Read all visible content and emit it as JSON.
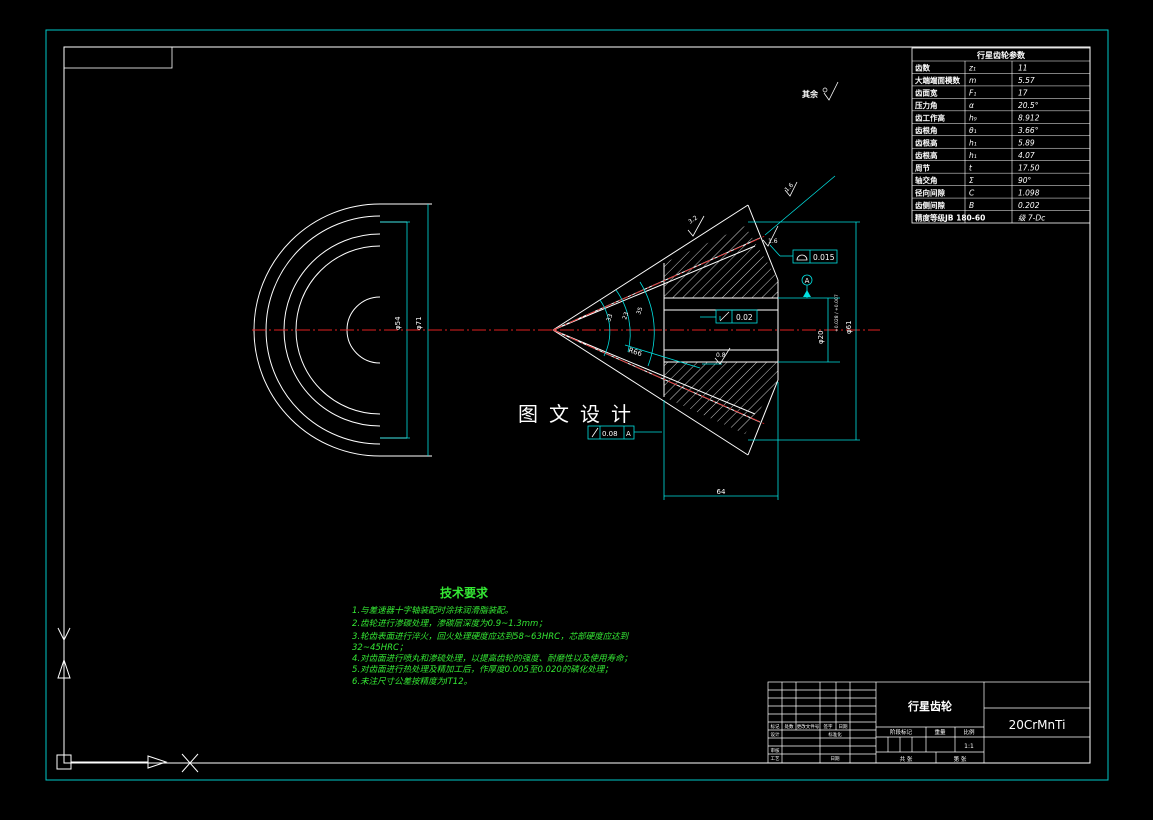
{
  "param_table": {
    "title": "行星齿轮参数",
    "rows": [
      {
        "name": "齿数",
        "sym": "z₁",
        "val": "11"
      },
      {
        "name": "大端端面模数",
        "sym": "m",
        "val": "5.57"
      },
      {
        "name": "齿面宽",
        "sym": "F₁",
        "val": "17"
      },
      {
        "name": "压力角",
        "sym": "α",
        "val": "20.5°"
      },
      {
        "name": "齿工作高",
        "sym": "h₉",
        "val": "8.912"
      },
      {
        "name": "齿根角",
        "sym": "θ₁",
        "val": "3.66°"
      },
      {
        "name": "齿根高",
        "sym": "h₁",
        "val": "5.89"
      },
      {
        "name": "齿根高",
        "sym": "h₁",
        "val": "4.07"
      },
      {
        "name": "周节",
        "sym": "t",
        "val": "17.50"
      },
      {
        "name": "轴交角",
        "sym": "Σ",
        "val": "90°"
      },
      {
        "name": "径向间隙",
        "sym": "C",
        "val": "1.098"
      },
      {
        "name": "齿侧间隙",
        "sym": "B",
        "val": "0.202"
      },
      {
        "name": "精度等级JB 180-60",
        "sym": "",
        "val": "级 7-Dc"
      }
    ]
  },
  "surface_note": "其余",
  "dims": {
    "d54": "φ54",
    "d71": "φ71",
    "d20": "φ20",
    "d20_tol": "+0.028 / +0.007",
    "d61": "φ61",
    "len64": "64",
    "r66": "R66",
    "ang33": "33",
    "ang23": "23",
    "ang35": "35",
    "rough32": "3.2",
    "rough16a": "1.6",
    "rough16b": "1.6",
    "rough08": "0.8",
    "datum": "A",
    "tol1": "0.015",
    "tol2": "0.02",
    "tol3": "0.08",
    "tol3_ref": "A"
  },
  "watermark": "图文设计",
  "requirements": {
    "title": "技术要求",
    "items": [
      "1.与差速器十字轴装配时涂抹润滑脂装配。",
      "2.齿轮进行渗碳处理，渗碳层深度为0.9~1.3mm；",
      "3.轮齿表面进行淬火，回火处理硬度应达到58~63HRC，芯部硬度应达到",
      "32~45HRC；",
      "4.对齿面进行喷丸和渗硫处理，以提高齿轮的强度、耐磨性以及使用寿命；",
      "5.对齿面进行热处理及精加工后，作厚度0.005至0.020的磷化处理；",
      "6.未注尺寸公差按精度为IT12。"
    ]
  },
  "title_block": {
    "part_name": "行星齿轮",
    "material": "20CrMnTi",
    "scale_label": "比例",
    "scale_value": "1:1",
    "weight_label": "重量",
    "stage_label": "阶段标记",
    "count_label": "共  张",
    "sheet_label": "第  张",
    "rev_labels": [
      "标记",
      "处数",
      "更改文件号",
      "签字",
      "日期"
    ],
    "design_label": "设计",
    "std_label": "标准化",
    "review_label": "审核",
    "process_label": "工艺",
    "approve_label": "日期"
  },
  "colors": {
    "frame": "#00c8c8",
    "line": "#ffffff",
    "center": "#e02020",
    "dim": "#00e0e0",
    "text": "#ffffff",
    "green": "#34e834"
  }
}
